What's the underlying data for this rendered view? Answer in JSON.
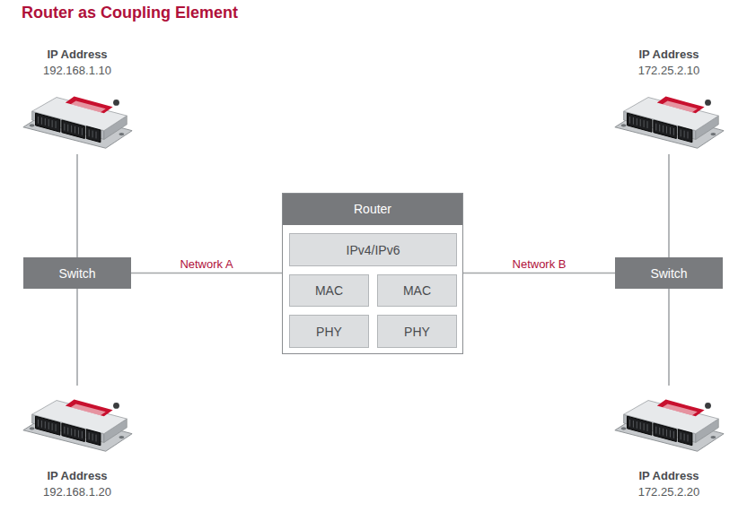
{
  "diagram": {
    "title": "Router as Coupling Element",
    "nodes": [
      {
        "text": [
          "IP Address",
          "192.168.1.10"
        ]
      },
      {
        "text": [
          "IP Address",
          "172.25.2.10"
        ]
      },
      {
        "text": [
          "Switch"
        ]
      },
      {
        "text": [
          "Router"
        ]
      },
      {
        "text": [
          "IPv4/IPv6"
        ],
        "in": 3
      },
      {
        "text": [
          "MAC"
        ],
        "in": 3
      },
      {
        "text": [
          "MAC"
        ],
        "in": 3
      },
      {
        "text": [
          "PHY"
        ],
        "in": 3
      },
      {
        "text": [
          "PHY"
        ],
        "in": 3
      },
      {
        "text": [
          "Switch"
        ]
      },
      {
        "text": [
          "IP Address",
          "192.168.1.20"
        ]
      },
      {
        "text": [
          "IP Address",
          "172.25.2.20"
        ]
      }
    ],
    "edges": [
      {
        "from": 0,
        "to": 2,
        "arrow": "none"
      },
      {
        "from": 2,
        "to": 10,
        "arrow": "none"
      },
      {
        "from": 2,
        "to": 3,
        "label": "Network A",
        "arrow": "none"
      },
      {
        "from": 3,
        "to": 9,
        "label": "Network B",
        "arrow": "none"
      },
      {
        "from": 1,
        "to": 9,
        "arrow": "none"
      },
      {
        "from": 9,
        "to": 11,
        "arrow": "none"
      }
    ]
  }
}
